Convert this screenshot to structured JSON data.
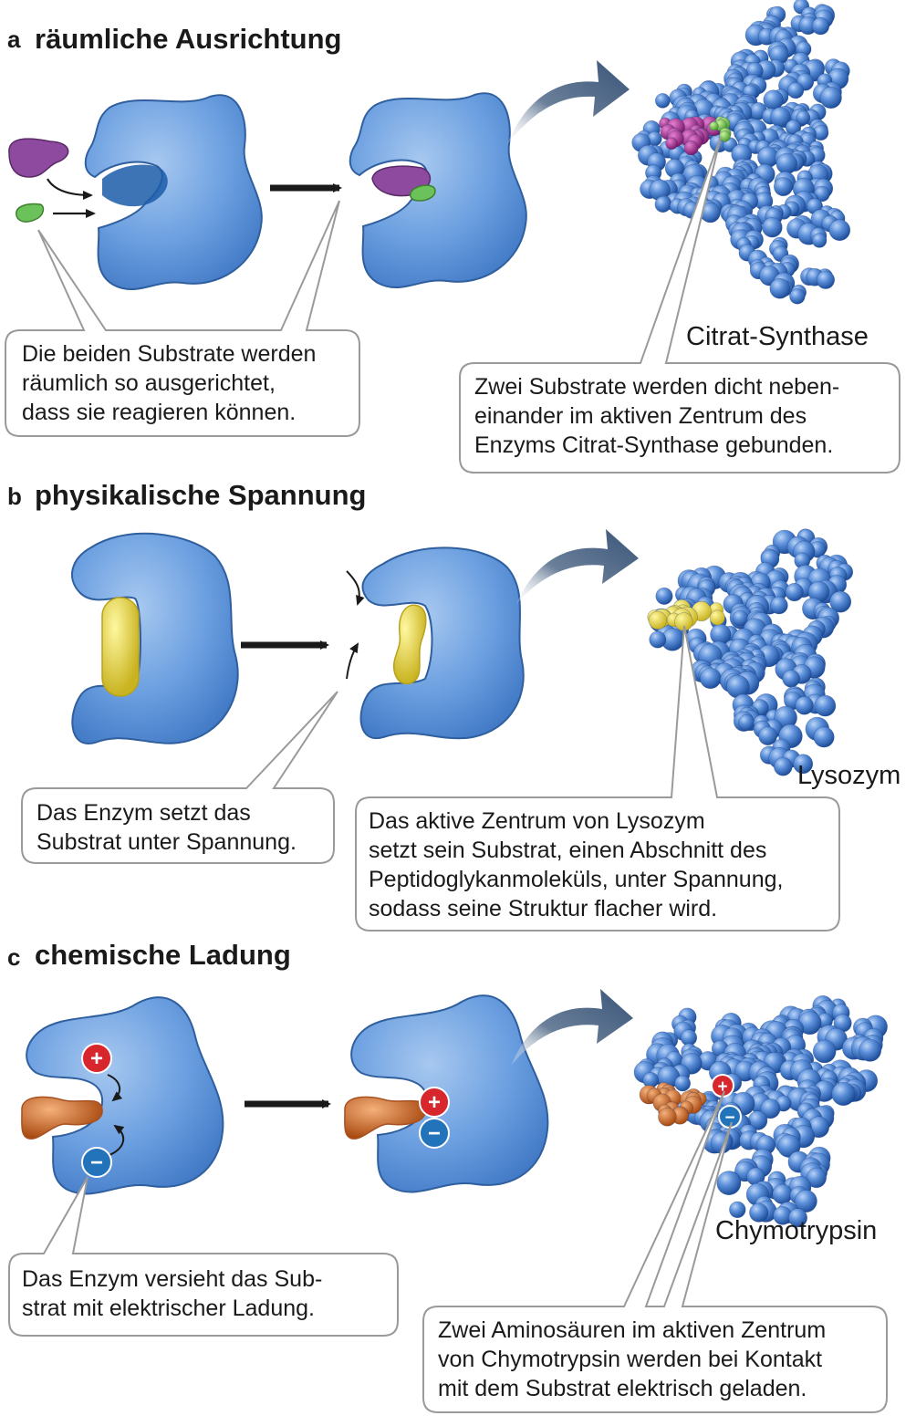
{
  "sections": [
    {
      "letter": "a",
      "title": "räumliche Ausrichtung",
      "protein_label": "Citrat-Synthase",
      "callout_left": "Die beiden Substrate werden\nräumlich so ausgerichtet,\ndass sie reagieren können.",
      "callout_right": "Zwei Substrate werden dicht neben-\neinander im aktiven Zentrum des\nEnzyms Citrat-Synthase gebunden."
    },
    {
      "letter": "b",
      "title": "physikalische Spannung",
      "protein_label": "Lysozym",
      "callout_left": "Das Enzym setzt das\nSubstrat unter Spannung.",
      "callout_right": "Das aktive Zentrum von Lysozym\nsetzt sein Substrat, einen Abschnitt des\nPeptidoglykanmoleküls, unter Spannung,\nsodass seine Struktur flacher wird."
    },
    {
      "letter": "c",
      "title": "chemische Ladung",
      "protein_label": "Chymotrypsin",
      "callout_left": "Das Enzym versieht das Sub-\nstrat mit elektrischer Ladung.",
      "callout_right": "Zwei Aminosäuren im aktiven Zentrum\nvon Chymotrypsin werden bei Kontakt\nmit dem Substrat elektrisch geladen."
    }
  ],
  "charges": {
    "plus": "+",
    "minus": "−"
  },
  "colors": {
    "enzyme_fill": "#5b93d8",
    "enzyme_stroke": "#2f5f9e",
    "substrate_purple": "#8d4a9e",
    "substrate_green": "#6cc25a",
    "substrate_yellow": "#f3e66a",
    "substrate_orange": "#e8834a",
    "charge_plus": "#d7262c",
    "charge_minus": "#2273b9",
    "arrow_curve": "#4d6687"
  }
}
